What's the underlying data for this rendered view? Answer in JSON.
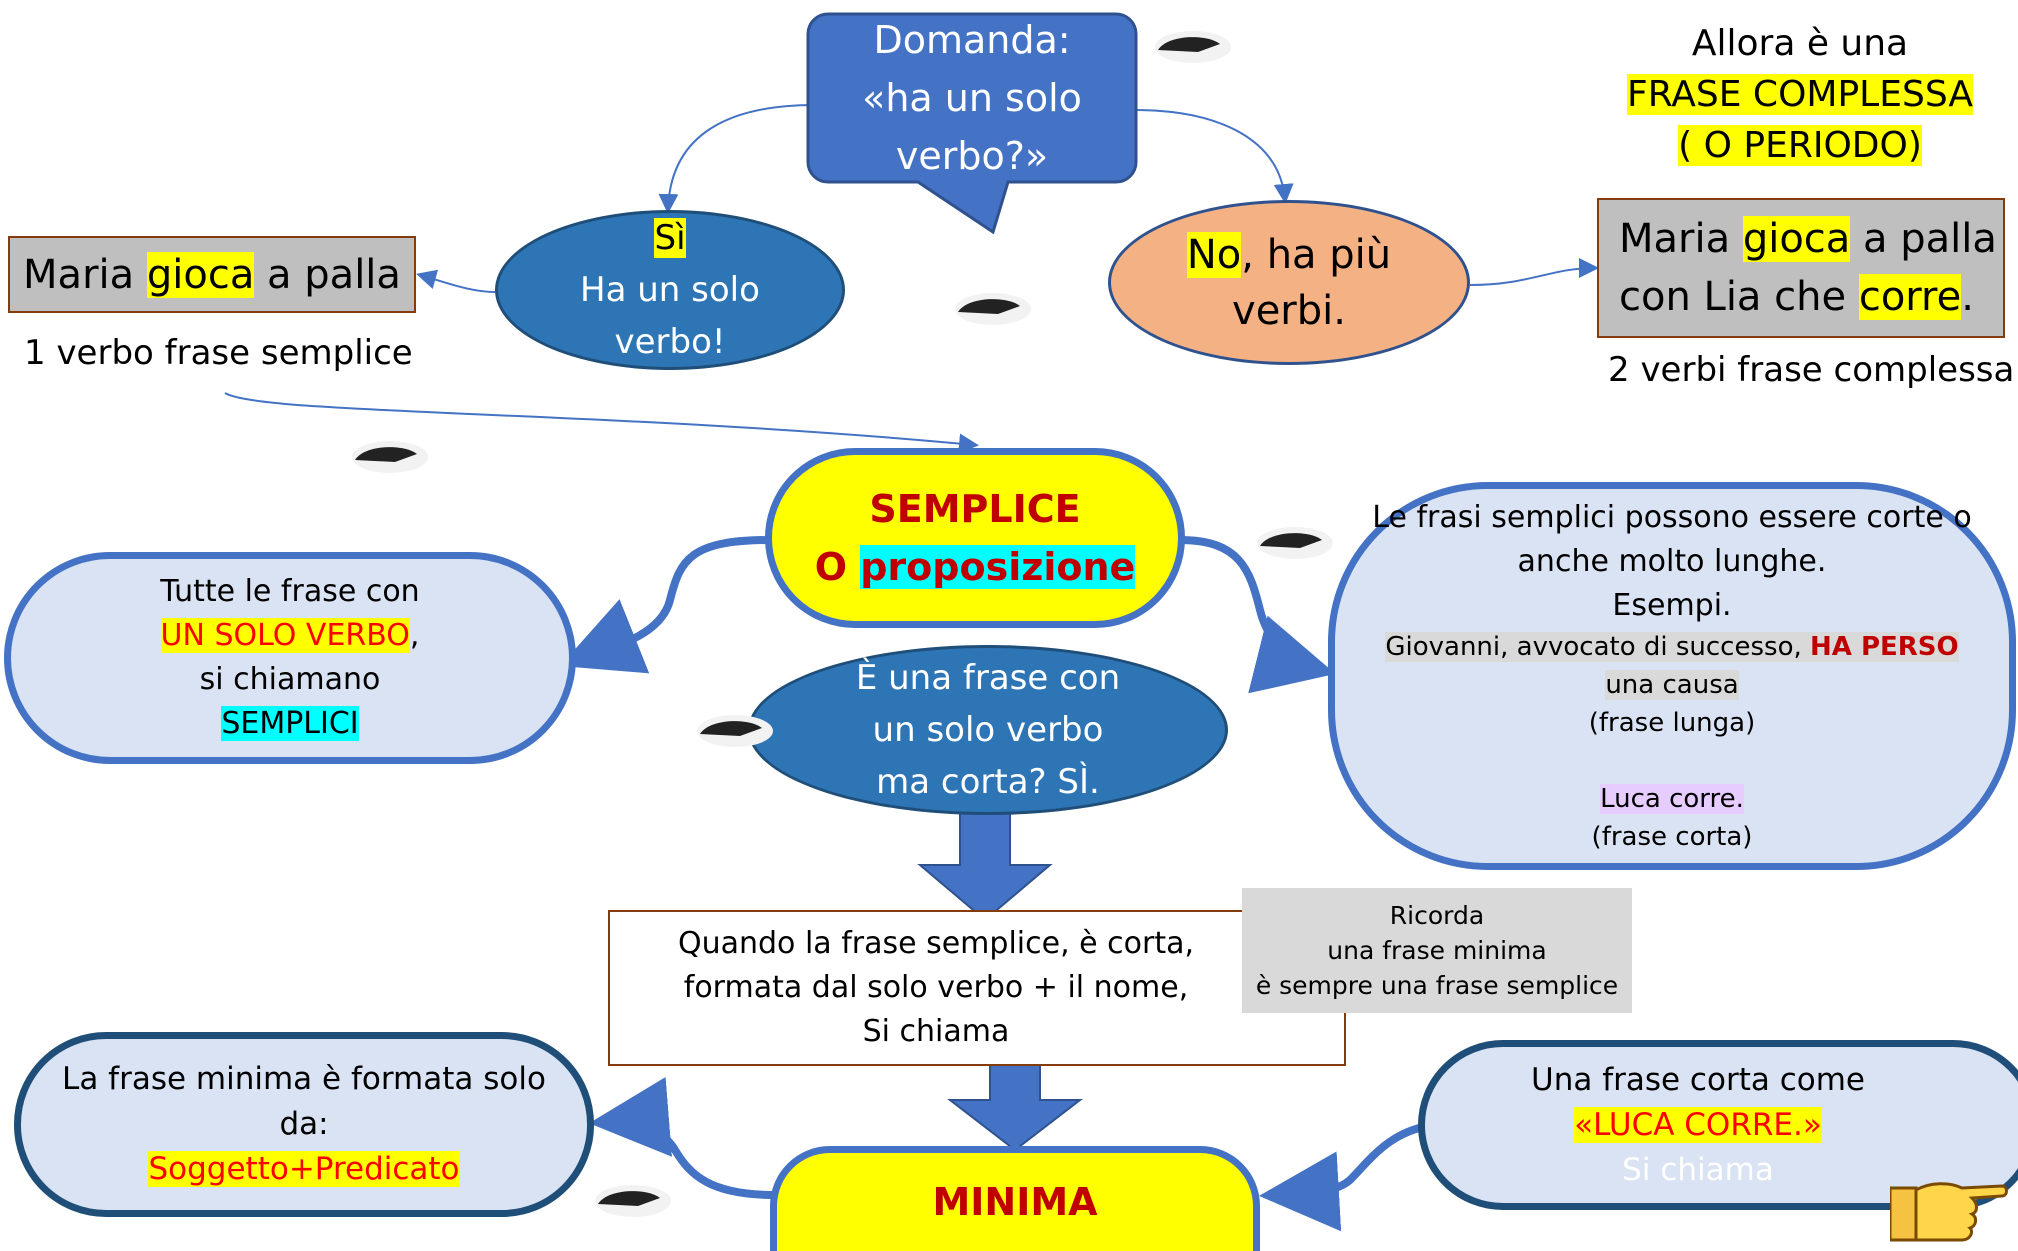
{
  "question": {
    "line1": "Domanda:",
    "line2": "«ha un solo",
    "line3": "verbo?»"
  },
  "yes_node": {
    "si": "Sì",
    "line1": "Ha un solo",
    "line2": "verbo!"
  },
  "no_node": {
    "no": "No",
    "rest1": ", ha più",
    "line2": "verbi."
  },
  "left_example": {
    "pre": "Maria ",
    "verb": "gioca",
    "post": " a palla",
    "caption": "1 verbo frase semplice"
  },
  "right_header": {
    "line1": "Allora è una",
    "line2": "FRASE COMPLESSA",
    "line3": "( O PERIODO)"
  },
  "right_example": {
    "pre1": "Maria ",
    "verb1": "gioca",
    "post1": " a palla",
    "pre2": "con Lia che ",
    "verb2": "corre",
    "post2": ".",
    "caption": "2 verbi frase complessa"
  },
  "semplice": {
    "line1": "SEMPLICE",
    "o": "O ",
    "prop": "proposizione"
  },
  "left_def": {
    "line1": "Tutte le frase con",
    "verb": "UN SOLO VERBO",
    "comma": ",",
    "line3": "si chiamano",
    "word": "SEMPLICI"
  },
  "right_def": {
    "line1": "Le frasi semplici possono essere corte o",
    "line2": "anche molto lunghe.",
    "line3": "Esempi.",
    "ex1_a": "Giovanni, avvocato di successo, ",
    "ex1_b": "HA PERSO",
    "ex1_c": "una causa",
    "ex1_note": "(frase lunga)",
    "ex2": "Luca corre.",
    "ex2_note": "(frase corta)"
  },
  "question2": {
    "line1": "È una frase con",
    "line2": "un solo verbo",
    "line3": "ma corta? SÌ."
  },
  "middle_box": {
    "line1": "Quando la frase semplice, è corta,",
    "line2": "formata dal solo verbo + il nome,",
    "line3": "Si chiama"
  },
  "reminder": {
    "line1": "Ricorda",
    "line2": "una frase  minima",
    "line3": "è sempre una frase semplice"
  },
  "minima": {
    "label": "MINIMA"
  },
  "left_min": {
    "line1": "La frase minima è formata solo",
    "line2": "da:",
    "line3": "Soggetto+Predicato"
  },
  "right_min": {
    "line1": "Una frase corta come",
    "line2": "«LUCA CORRE.»",
    "line3": "Si chiama"
  },
  "colors": {
    "blue_node": "#2e75b6",
    "blue_dark": "#4472c4",
    "peach": "#f4b183",
    "yellow": "#ffff00",
    "light_panel": "#dae3f3",
    "border_dark": "#1f4e79"
  }
}
